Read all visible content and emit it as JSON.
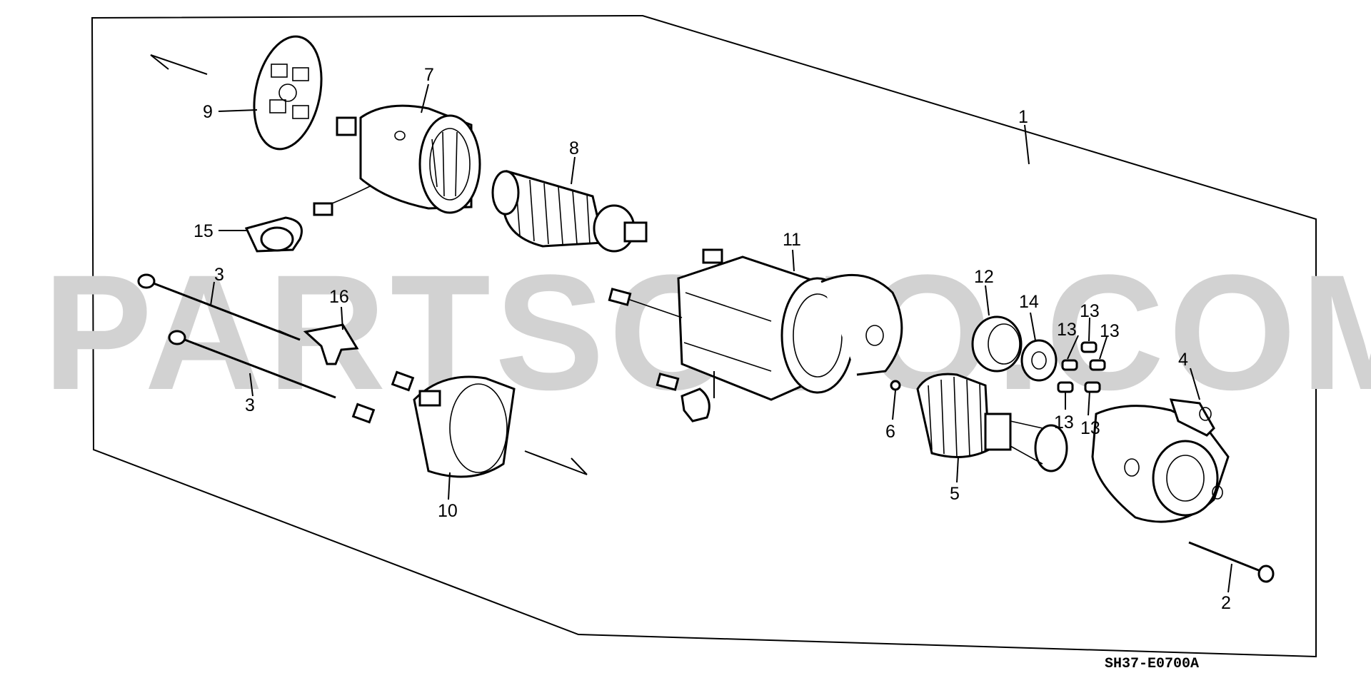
{
  "watermark": "PARTSOUQ.COM",
  "drawing_code": "SH37-E0700A",
  "callouts": {
    "c1": "1",
    "c2": "2",
    "c3a": "3",
    "c3b": "3",
    "c4": "4",
    "c5": "5",
    "c6": "6",
    "c7": "7",
    "c8": "8",
    "c9": "9",
    "c10": "10",
    "c11": "11",
    "c12": "12",
    "c13a": "13",
    "c13b": "13",
    "c13c": "13",
    "c13d": "13",
    "c13e": "13",
    "c14": "14",
    "c15": "15",
    "c16": "16"
  }
}
